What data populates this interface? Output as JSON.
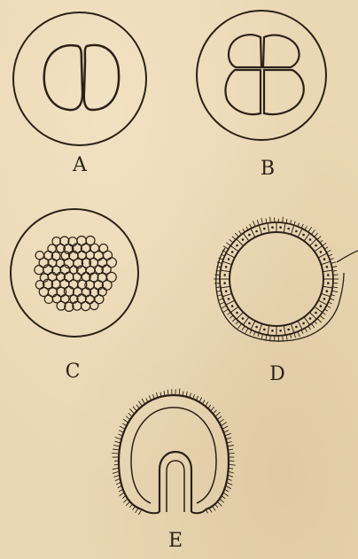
{
  "figures": [
    {
      "label": "A"
    },
    {
      "label": "B"
    },
    {
      "label": "C"
    },
    {
      "label": "D"
    },
    {
      "label": "E"
    }
  ],
  "colors": {
    "paper": "#ead7b3",
    "ink": "#2b2118"
  }
}
